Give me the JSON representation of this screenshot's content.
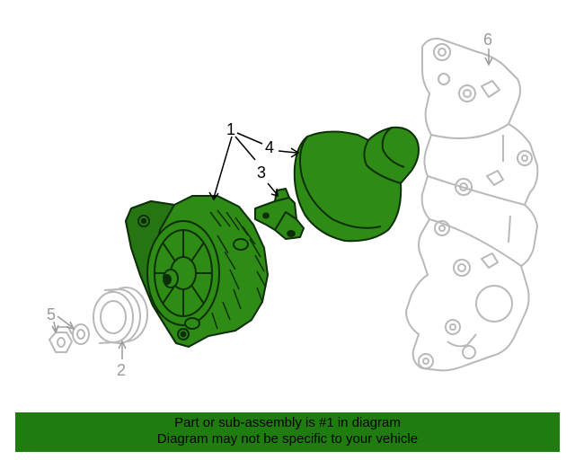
{
  "colors": {
    "highlight_fill": "#2e8b16",
    "highlight_stroke": "#0c2f06",
    "ghost_stroke": "#b9b9b9",
    "callout_dark": "#000000",
    "callout_gray": "#9a9a9a",
    "banner_background": "#1f7d0f",
    "banner_text": "#000000"
  },
  "callouts": {
    "c1": "1",
    "c2": "2",
    "c3": "3",
    "c4": "4",
    "c5": "5",
    "c6": "6"
  },
  "banner": {
    "line1": "Part or sub-assembly is #1 in diagram",
    "line2": "Diagram may not be specific to your vehicle"
  }
}
